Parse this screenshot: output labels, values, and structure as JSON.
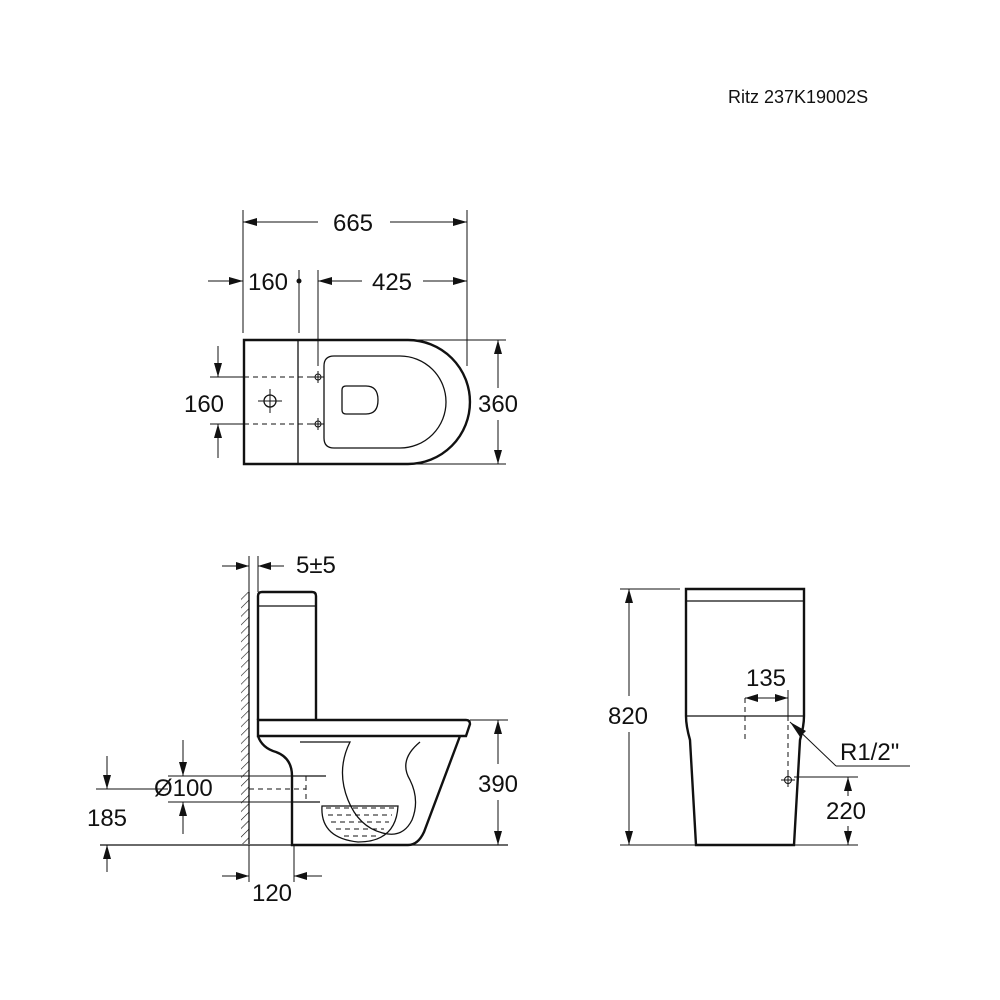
{
  "header": {
    "model": "Ritz  237K19002S"
  },
  "top_view": {
    "dims": {
      "overall_length": "665",
      "rear_offset": "160",
      "front_length": "425",
      "hole_spacing": "160",
      "width": "360"
    }
  },
  "side_view": {
    "dims": {
      "wall_gap": "5±5",
      "outlet_diameter": "Ø100",
      "outlet_height": "185",
      "seat_height": "390",
      "outlet_offset": "120"
    }
  },
  "front_view": {
    "dims": {
      "total_height": "820",
      "inlet_offset": "135",
      "inlet_thread": "R1/2\"",
      "inlet_height": "220"
    }
  }
}
